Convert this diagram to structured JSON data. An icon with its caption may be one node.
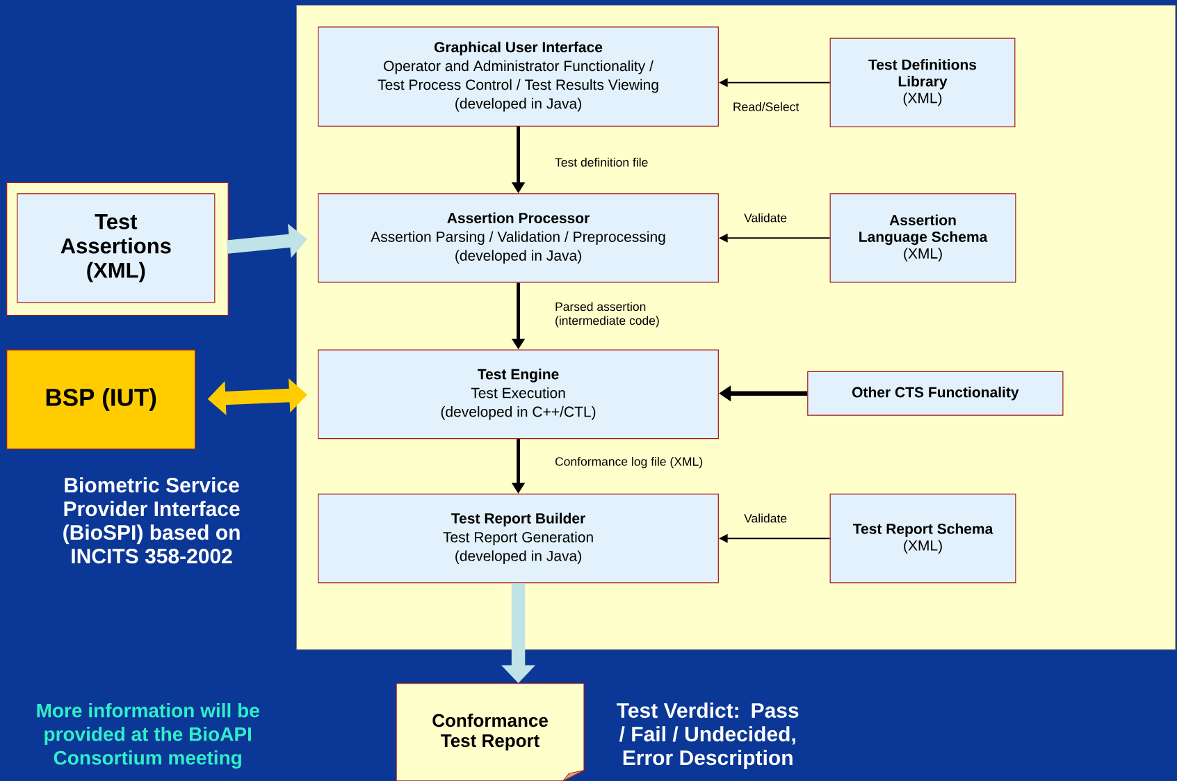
{
  "diagram": {
    "nodes": [
      {
        "text": [
          "Graphical User Interface",
          "Operator and Administrator Functionality / Test Process Control / Test Results Viewing",
          "(developed in Java)"
        ]
      },
      {
        "text": [
          "Test Definitions Library",
          "(XML)"
        ]
      },
      {
        "text": [
          "Test Assertions (XML)"
        ]
      },
      {
        "text": [
          "Assertion Processor",
          "Assertion Parsing / Validation / Preprocessing",
          "(developed in Java)"
        ]
      },
      {
        "text": [
          "Assertion Language Schema",
          "(XML)"
        ]
      },
      {
        "text": [
          "BSP (IUT)"
        ],
        "beside": [
          "Biometric Service Provider Interface (BioSPI) based on INCITS 358-2002"
        ]
      },
      {
        "text": [
          "Test Engine",
          "Test Execution",
          "(developed in C++/CTL)"
        ]
      },
      {
        "text": [
          "Other CTS Functionality"
        ]
      },
      {
        "text": [
          "Test Report Builder",
          "Test Report Generation",
          "(developed in Java)"
        ]
      },
      {
        "text": [
          "Test Report Schema",
          "(XML)"
        ]
      },
      {
        "text": [
          "Conformance Test Report"
        ],
        "beside": [
          "Test Verdict: Pass / Fail / Undecided, Error Description"
        ]
      }
    ],
    "edges": [
      {
        "from": 1,
        "to": 0,
        "arrow": "to",
        "label": "Read/Select"
      },
      {
        "from": 0,
        "to": 3,
        "arrow": "to",
        "label": "Test definition file"
      },
      {
        "from": 4,
        "to": 3,
        "arrow": "to",
        "label": "Validate"
      },
      {
        "from": 2,
        "to": 3,
        "arrow": "to",
        "style": "thick",
        "color": "#bfe3e6"
      },
      {
        "from": 3,
        "to": 6,
        "arrow": "to",
        "label": "Parsed assertion (intermediate code)"
      },
      {
        "from": 5,
        "to": 6,
        "arrow": "both",
        "style": "thick",
        "color": "#ffcc00"
      },
      {
        "from": 7,
        "to": 6,
        "arrow": "to"
      },
      {
        "from": 6,
        "to": 8,
        "arrow": "to",
        "label": "Conformance log file (XML)"
      },
      {
        "from": 9,
        "to": 8,
        "arrow": "to",
        "label": "Validate"
      },
      {
        "from": 8,
        "to": 10,
        "arrow": "to",
        "style": "thick",
        "color": "#bfe3e6"
      }
    ],
    "labels": [
      "More information will be provided at the BioAPI Consortium meeting"
    ]
  }
}
